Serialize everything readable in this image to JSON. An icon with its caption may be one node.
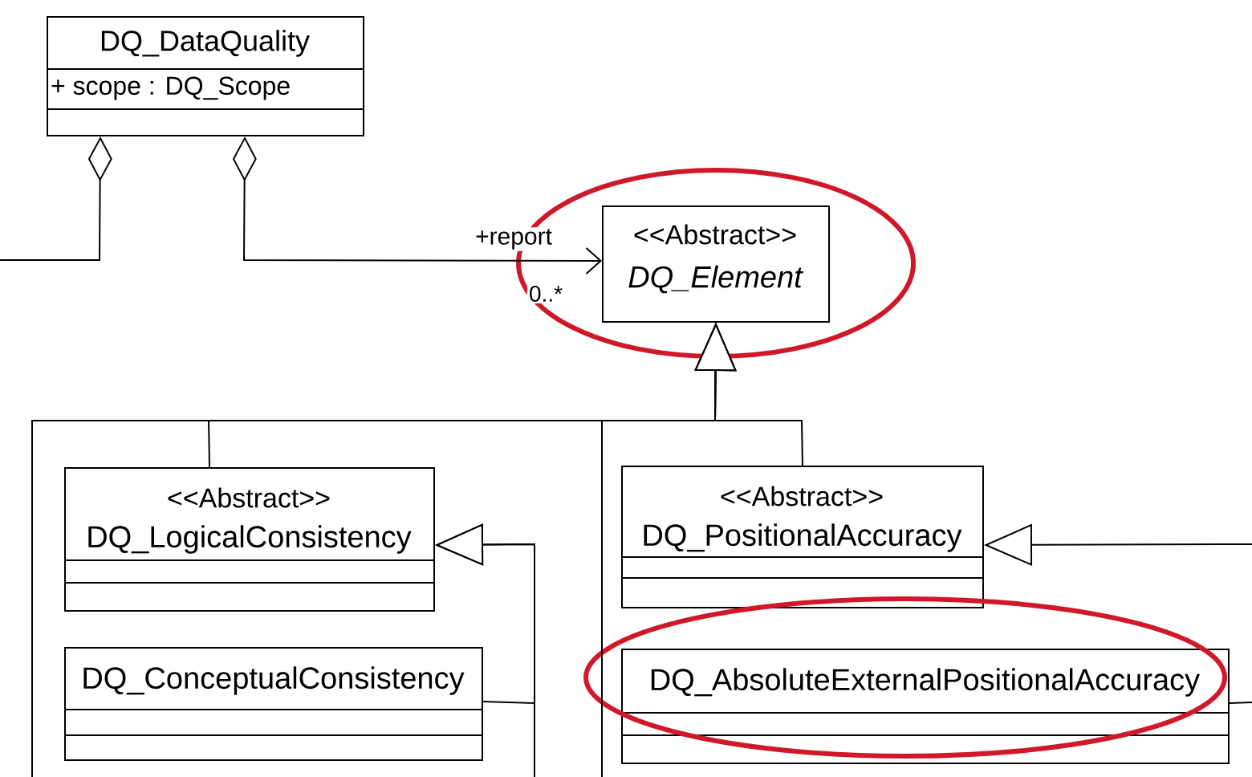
{
  "diagram": {
    "nodes": [
      {
        "text": [
          "DQ_DataQuality",
          "+ scope : DQ_Scope"
        ]
      },
      {
        "text": [
          "<<Abstract>>",
          "DQ_Element"
        ]
      },
      {
        "text": [
          "<<Abstract>>",
          "DQ_LogicalConsistency"
        ]
      },
      {
        "text": [
          "DQ_ConceptualConsistency"
        ]
      },
      {
        "text": [
          "<<Abstract>>",
          "DQ_PositionalAccuracy"
        ]
      },
      {
        "text": [
          "DQ_AbsoluteExternalPositionalAccuracy"
        ]
      }
    ],
    "edges": [
      {
        "from": 0,
        "to": 1,
        "arrow": "to",
        "label": "+report"
      },
      {
        "from": 0,
        "to": null,
        "arrow": "other"
      },
      {
        "from": 2,
        "to": 1,
        "arrow": "to"
      },
      {
        "from": 4,
        "to": 1,
        "arrow": "to"
      },
      {
        "from": null,
        "to": 1,
        "arrow": "to"
      },
      {
        "from": null,
        "to": 1,
        "arrow": "to"
      },
      {
        "from": 3,
        "to": 2,
        "arrow": "to"
      },
      {
        "from": null,
        "to": 2,
        "arrow": "to"
      },
      {
        "from": null,
        "to": 4,
        "arrow": "to"
      },
      {
        "from": 5,
        "to": null,
        "arrow": "none"
      }
    ],
    "labels": [
      "0..*"
    ]
  }
}
